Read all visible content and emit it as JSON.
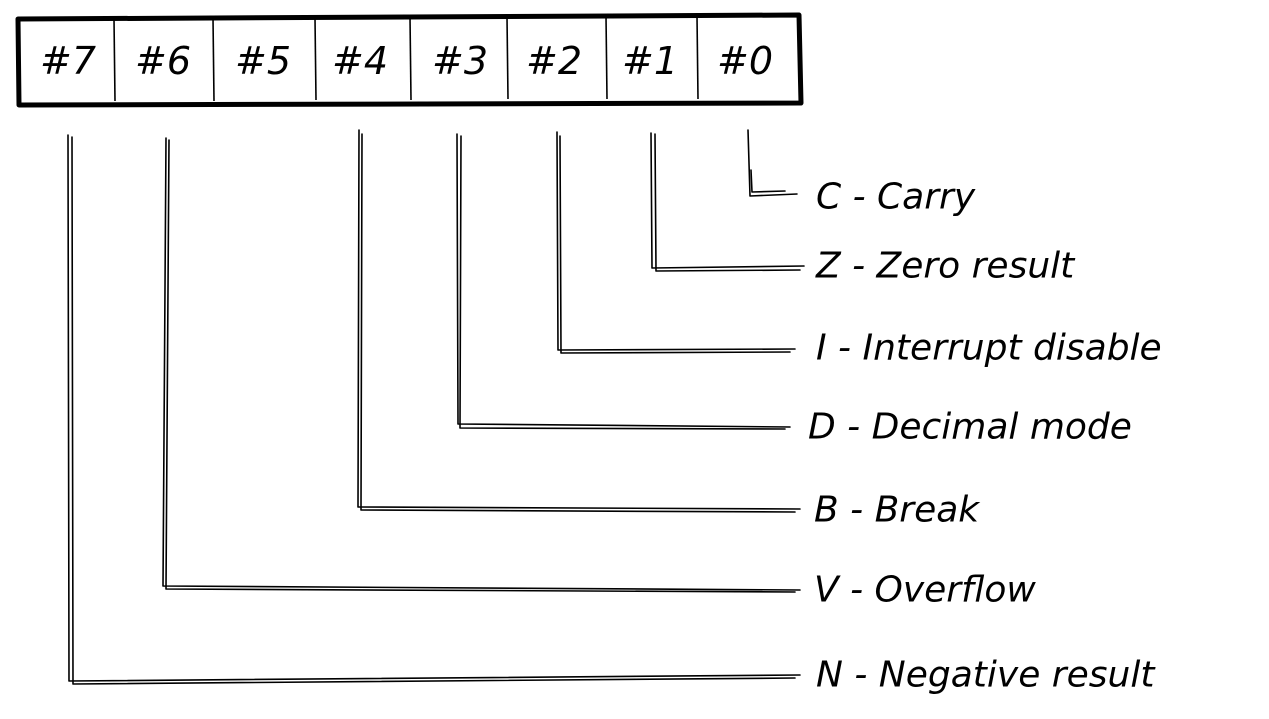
{
  "register": {
    "bits": [
      "#7",
      "#6",
      "#5",
      "#4",
      "#3",
      "#2",
      "#1",
      "#0"
    ]
  },
  "flags": [
    {
      "bit": "#0",
      "text": "C - Carry"
    },
    {
      "bit": "#1",
      "text": "Z - Zero result"
    },
    {
      "bit": "#2",
      "text": "I - Interrupt disable"
    },
    {
      "bit": "#3",
      "text": "D - Decimal mode"
    },
    {
      "bit": "#4",
      "text": "B - Break"
    },
    {
      "bit": "#6",
      "text": "V - Overflow"
    },
    {
      "bit": "#7",
      "text": "N - Negative result"
    }
  ]
}
